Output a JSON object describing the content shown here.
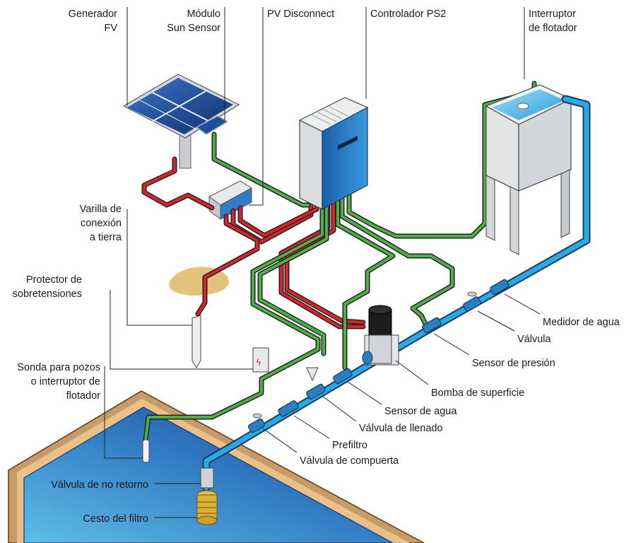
{
  "labels": {
    "generador": [
      "Generador",
      "FV"
    ],
    "sun_sensor": [
      "Módulo",
      "Sun Sensor"
    ],
    "pv_disconnect": "PV Disconnect",
    "controlador": "Controlador PS2",
    "interruptor_flotador": [
      "Interruptor",
      "de flotador"
    ],
    "varilla": [
      "Varilla de",
      "conexión",
      "a tierra"
    ],
    "protector": [
      "Protector de",
      "sobretensiones"
    ],
    "sonda": [
      "Sonda para pozos",
      "o interruptor de",
      "flotador"
    ],
    "medidor": "Medidor de agua",
    "valvula": "Válvula",
    "sensor_presion": "Sensor de presión",
    "bomba": "Bomba de superficie",
    "sensor_agua": "Sensor de agua",
    "valvula_llenado": "Válvula de llenado",
    "prefiltro": "Prefiltro",
    "valvula_compuerta": "Válvula de compuerta",
    "valvula_no_retorno": "Válvula de no retorno",
    "cesto": "Cesto del filtro"
  },
  "colors": {
    "positive_wire": "#d8242b",
    "signal_wire": "#4fae48",
    "water_pipe": "#2aa9e6",
    "controller": "#1f7ac4",
    "solar_panel": "#1d4f9c",
    "ground_pad": "#e3c27c",
    "pool_rim": "#b9875a"
  }
}
